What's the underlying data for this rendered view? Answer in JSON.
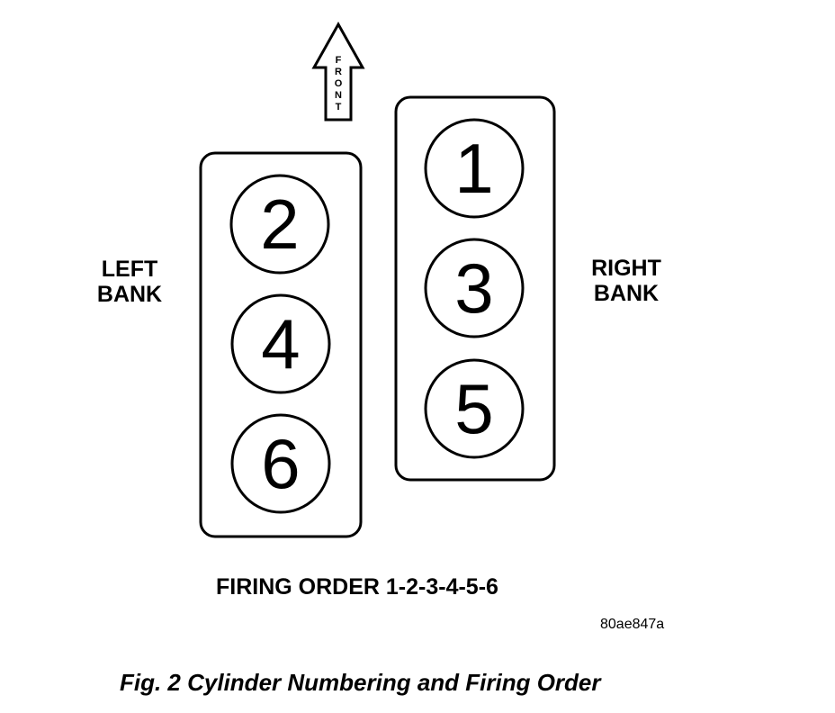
{
  "front_arrow": {
    "letters": [
      "F",
      "R",
      "O",
      "N",
      "T"
    ]
  },
  "left_bank": {
    "label_line1": "LEFT",
    "label_line2": "BANK",
    "cylinders": [
      "2",
      "4",
      "6"
    ]
  },
  "right_bank": {
    "label_line1": "RIGHT",
    "label_line2": "BANK",
    "cylinders": [
      "1",
      "3",
      "5"
    ]
  },
  "firing_order": "FIRING ORDER 1-2-3-4-5-6",
  "figure_code": "80ae847a",
  "caption": "Fig. 2 Cylinder Numbering and Firing Order"
}
